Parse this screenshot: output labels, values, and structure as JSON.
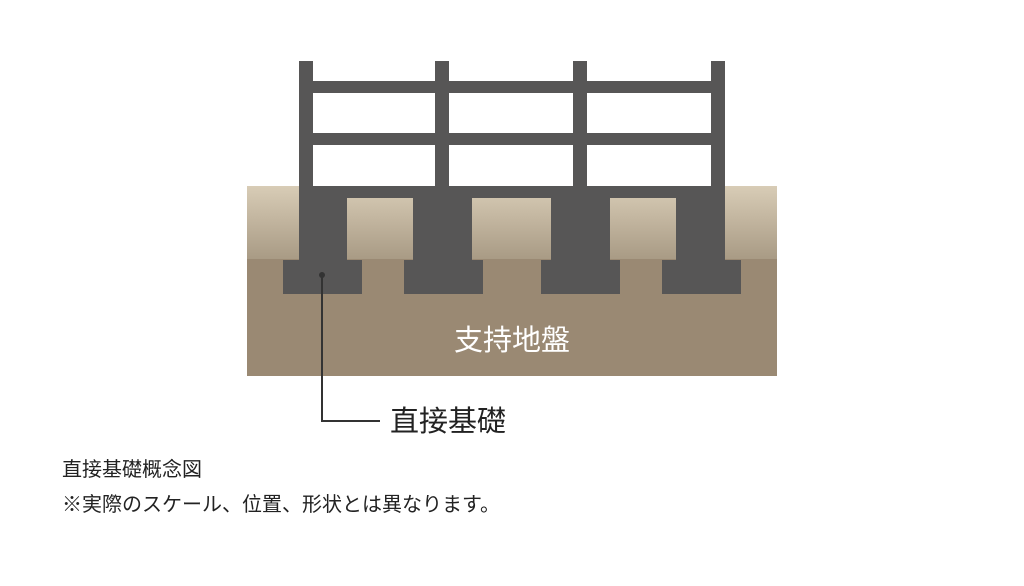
{
  "labels": {
    "bearing_stratum": "支持地盤",
    "foundation_type": "直接基礎"
  },
  "caption": {
    "title": "直接基礎概念図",
    "note": "※実際のスケール、位置、形状とは異なります。"
  },
  "colors": {
    "structure": "#575656",
    "ground_upper_top": "#d8ccb6",
    "ground_upper_bottom": "#a89a84",
    "ground_lower": "#9a8973",
    "leader_line": "#333333",
    "label_light": "#ffffff",
    "label_dark": "#222222"
  }
}
